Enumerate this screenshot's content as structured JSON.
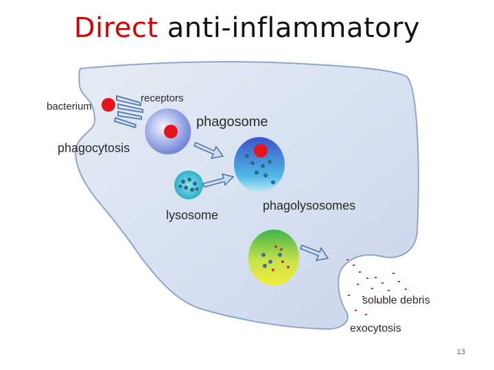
{
  "title": {
    "accent": "Direct",
    "rest": "anti-inflammatory"
  },
  "labels": {
    "bacterium": "bacterium",
    "receptors": "receptors",
    "phagosome": "phagosome",
    "phagocytosis": "phagocytosis",
    "lysosome": "lysosome",
    "phagolysosomes": "phagolysosomes",
    "soluble_debris": "soluble debris",
    "exocytosis": "exocytosis"
  },
  "slide_number": "13",
  "colors": {
    "cell_fill": "#d3deee",
    "cell_stroke": "#8ea5c6",
    "bacterium": "#e8141b",
    "phagosome_fill": "#6a7fd6",
    "lysosome_fill": "#20b3cf",
    "phagolysosome_fill": "#3e8fd9",
    "late_phagolysosome_top": "#3fb44a",
    "late_phagolysosome_bottom": "#f2ee3c",
    "arrow_fill": "#c9dcf2",
    "arrow_stroke": "#4f6f9a",
    "debris": "#d0303a",
    "granule": "#2b6a84"
  }
}
